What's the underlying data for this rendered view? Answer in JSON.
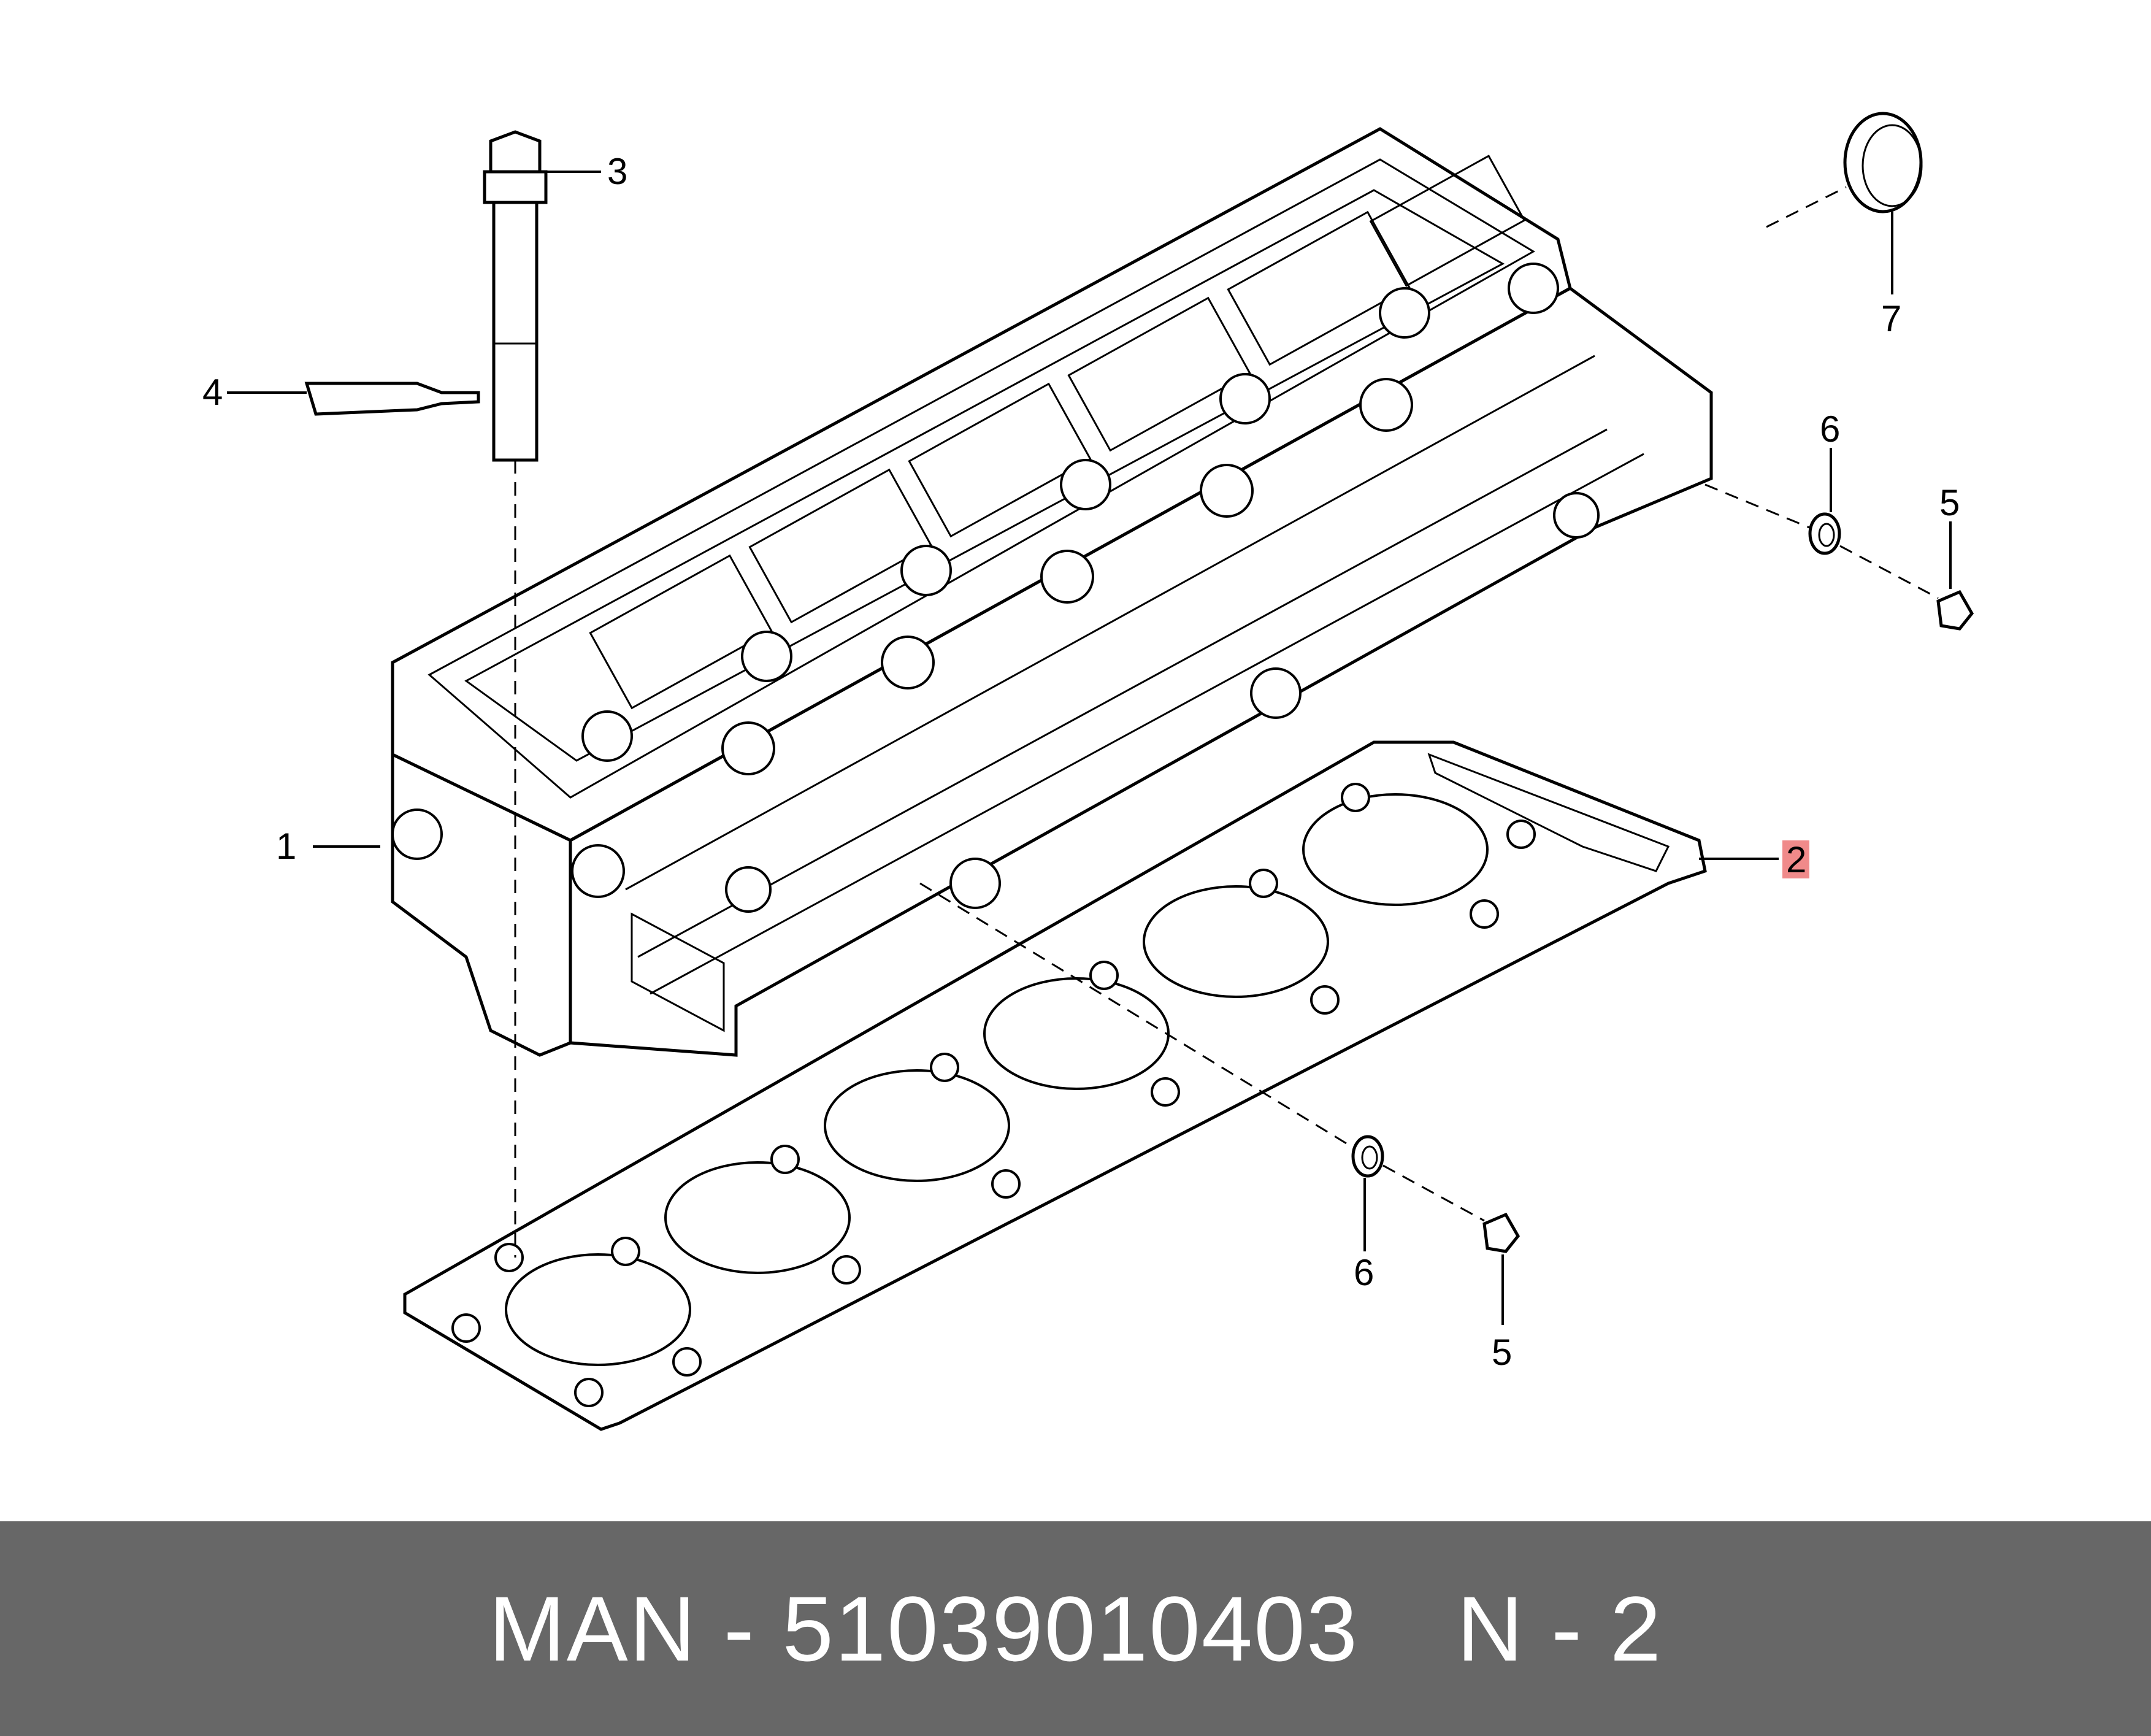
{
  "diagram": {
    "callouts": [
      "1",
      "2",
      "3",
      "4",
      "5",
      "5",
      "6",
      "6",
      "7"
    ],
    "highlight_color": "#f08a8a"
  },
  "footer": {
    "brand": "MAN",
    "separator": "-",
    "part_number": "51039010403",
    "position_label": "N",
    "position_separator": "-",
    "position_number": "2"
  }
}
